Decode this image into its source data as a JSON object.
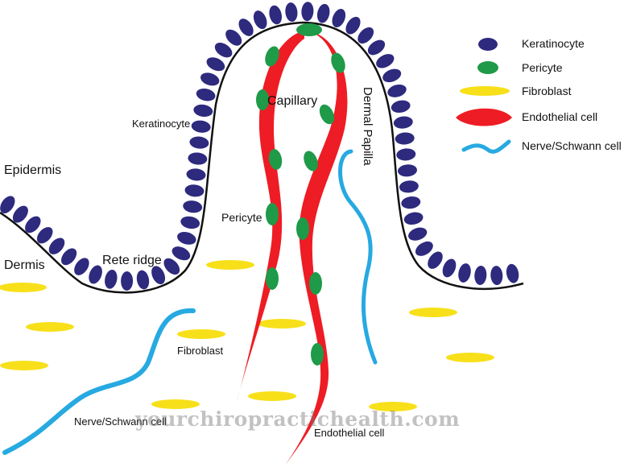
{
  "legend": [
    {
      "label": "Keratinocyte",
      "color": "#2e2a7e"
    },
    {
      "label": "Pericyte",
      "color": "#1f9a48"
    },
    {
      "label": "Fibroblast",
      "color": "#f7e01a"
    },
    {
      "label": "Endothelial cell",
      "color": "#ee1c24"
    },
    {
      "label": "Nerve/Schwann cell",
      "color": "#27a9e1"
    }
  ],
  "labels": {
    "epidermis": "Epidermis",
    "dermis": "Dermis",
    "rete_ridge": "Rete ridge",
    "keratinocyte": "Keratinocyte",
    "capillary": "Capillary",
    "dermal_papilla": "Dermal Papilla",
    "pericyte": "Pericyte",
    "fibroblast": "Fibroblast",
    "nerve_schwann": "Nerve/Schwann cell",
    "endothelial_cell": "Endothelial cell"
  },
  "watermark": "yourchiropractichealth.com",
  "colors": {
    "keratinocyte": "#2e2a7e",
    "pericyte": "#1f9a48",
    "fibroblast": "#f7e01a",
    "endothelial": "#ee1c24",
    "nerve": "#27a9e1",
    "membrane": "#111111"
  }
}
